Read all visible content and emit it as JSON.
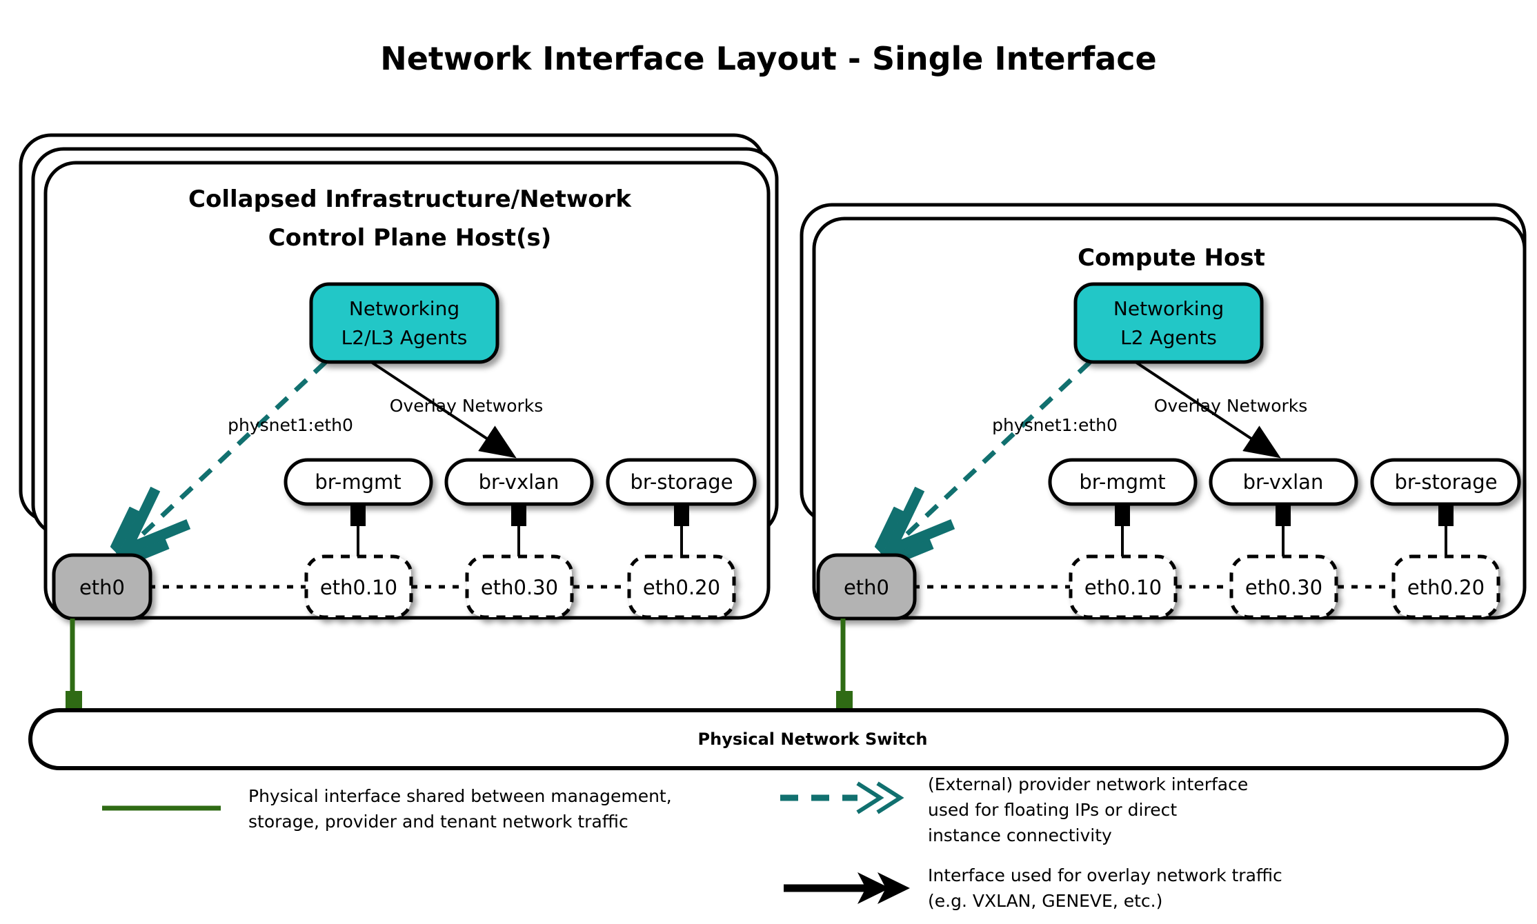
{
  "title": "Network Interface Layout - Single Interface",
  "colors": {
    "agent_fill": "#22c7c7",
    "phys_iface_fill": "#b3b3b3",
    "provider_teal": "#11706f",
    "physical_green": "#2f6b14",
    "outline": "#000000",
    "background": "#ffffff"
  },
  "hosts": [
    {
      "id": "control-plane-host",
      "title_line1": "Collapsed Infrastructure/Network",
      "title_line2": "Control Plane Host(s)",
      "stacked_copies": 3,
      "agent": {
        "line1": "Networking",
        "line2": "L2/L3 Agents"
      },
      "edge_labels": {
        "provider": "physnet1:eth0",
        "overlay": "Overlay Networks"
      },
      "physical_interface": "eth0",
      "bridges": [
        "br-mgmt",
        "br-vxlan",
        "br-storage"
      ],
      "vlan_interfaces": [
        "eth0.10",
        "eth0.30",
        "eth0.20"
      ]
    },
    {
      "id": "compute-host",
      "title_line1": "Compute Host",
      "title_line2": "",
      "stacked_copies": 2,
      "agent": {
        "line1": "Networking",
        "line2": "L2 Agents"
      },
      "edge_labels": {
        "provider": "physnet1:eth0",
        "overlay": "Overlay Networks"
      },
      "physical_interface": "eth0",
      "bridges": [
        "br-mgmt",
        "br-vxlan",
        "br-storage"
      ],
      "vlan_interfaces": [
        "eth0.10",
        "eth0.30",
        "eth0.20"
      ]
    }
  ],
  "switch": {
    "label": "Physical Network Switch"
  },
  "legend": [
    {
      "id": "physical-interface",
      "style": "solid-green-line",
      "lines": [
        "Physical interface shared between management,",
        "storage, provider and tenant network traffic"
      ]
    },
    {
      "id": "provider-network-interface",
      "style": "dashed-teal-double-chevron",
      "lines": [
        "(External) provider network interface",
        "used for floating IPs or direct",
        "instance connectivity"
      ]
    },
    {
      "id": "overlay-network-interface",
      "style": "solid-black-arrow",
      "lines": [
        "Interface used for overlay network traffic",
        "(e.g. VXLAN, GENEVE, etc.)"
      ]
    }
  ]
}
